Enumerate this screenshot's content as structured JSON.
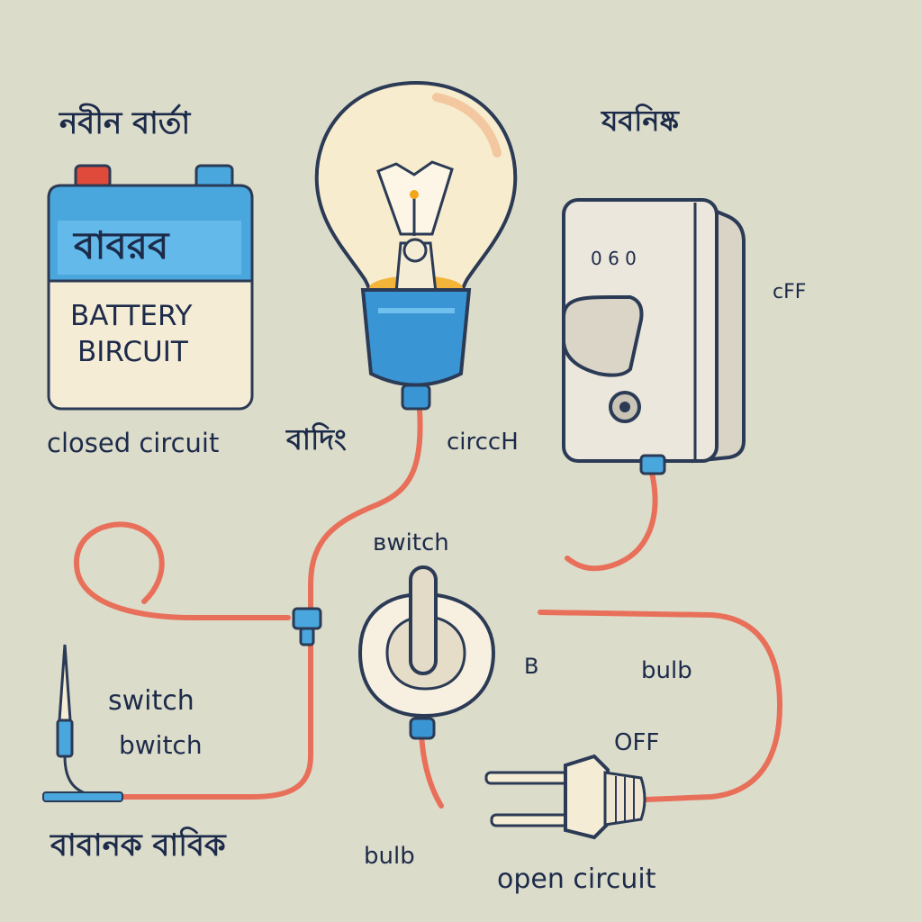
{
  "colors": {
    "background": "#dcdccb",
    "wire": "#e8705a",
    "battery_blue": "#4aa7de",
    "battery_body": "#f5ecd6",
    "text": "#1d2b4a",
    "switch_body": "#e6e2d6",
    "bulb_glass": "#f7eccd"
  },
  "labels": {
    "battery_heading_bengali": "নবীন বার্তা",
    "battery_band_bengali": "বাবরব",
    "battery_line1": "BATTERY",
    "battery_line2": "BIRCUIT",
    "closed_circuit": "closed circuit",
    "top_right_bengali": "যবনিষ্ক",
    "off_right": "cFF",
    "mid_bengali": "বাদিং",
    "circch": "circcH",
    "switch_mid": "вwitch",
    "b_mid": "B",
    "bulb_right": "bulb",
    "switch_left": "switch",
    "bwitch_left": "bwitch",
    "off_bottom": "OFF",
    "bottom_bengali": "বাবানক বাবিক",
    "bulb_bottom": "bulb",
    "open_circuit": "open circuit",
    "switch_dial_numbers": "0 6 0"
  },
  "icons": {
    "battery": "battery-icon",
    "bulb": "light-bulb-icon",
    "wall_switch": "wall-switch-icon",
    "toggle_switch": "toggle-switch-icon",
    "plug": "plug-icon",
    "probe": "probe-icon"
  }
}
